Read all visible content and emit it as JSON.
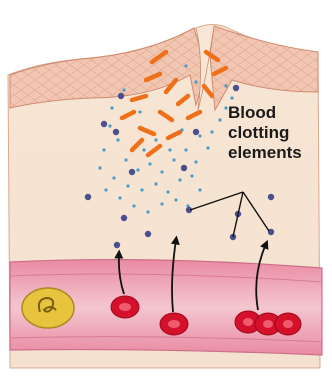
{
  "label": {
    "line1": "Blood",
    "line2": "clotting",
    "line3": "elements"
  },
  "colors": {
    "background": "#ffffff",
    "tissue_light": "#f6e4d4",
    "skin_surface": "#f1c7b3",
    "skin_line": "#d99a82",
    "vessel_wall": "#e58fa6",
    "vessel_lumen": "#f2c8d0",
    "red_blood_cell": "#d4102b",
    "platelet_dot": "#4a9bc8",
    "clotting_element": "#4b4e8f",
    "bacteria": "#f0701a",
    "white_cell": "#e8c33d",
    "arrow": "#111111"
  }
}
